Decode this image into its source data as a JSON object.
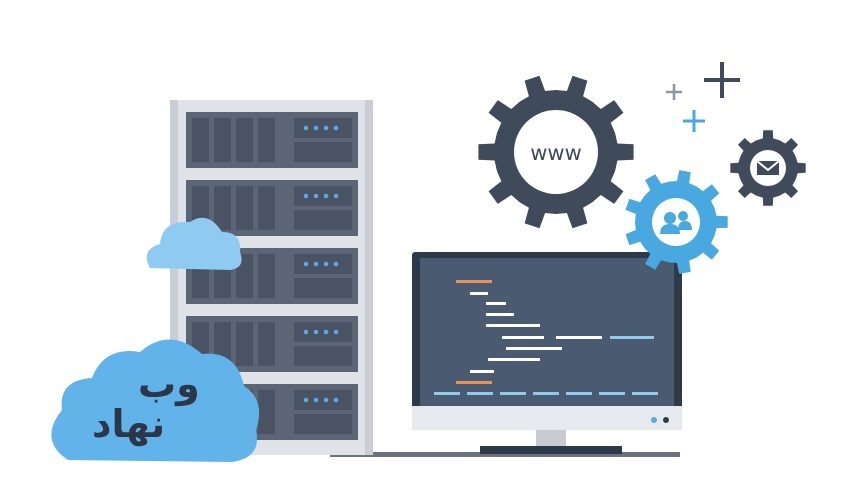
{
  "logo": {
    "line1": "وب",
    "line2": "نهاد"
  },
  "gears": {
    "large_label": "www"
  },
  "icons": [
    "server-rack-icon",
    "cloud-icon",
    "monitor-icon",
    "www-gear-icon",
    "users-gear-icon",
    "mail-gear-icon",
    "plus-icon"
  ],
  "colors": {
    "server_body": "#5b6576",
    "server_frame": "#c9ced6",
    "server_accent": "#5aa9e6",
    "monitor_screen": "#4a5a70",
    "gear_dark": "#3f4a5a",
    "gear_blue": "#4aa8e0",
    "cloud_blue": "#7ec4ef",
    "code_orange": "#e8915a",
    "code_white": "#ffffff",
    "code_blue": "#8ec9f0"
  }
}
